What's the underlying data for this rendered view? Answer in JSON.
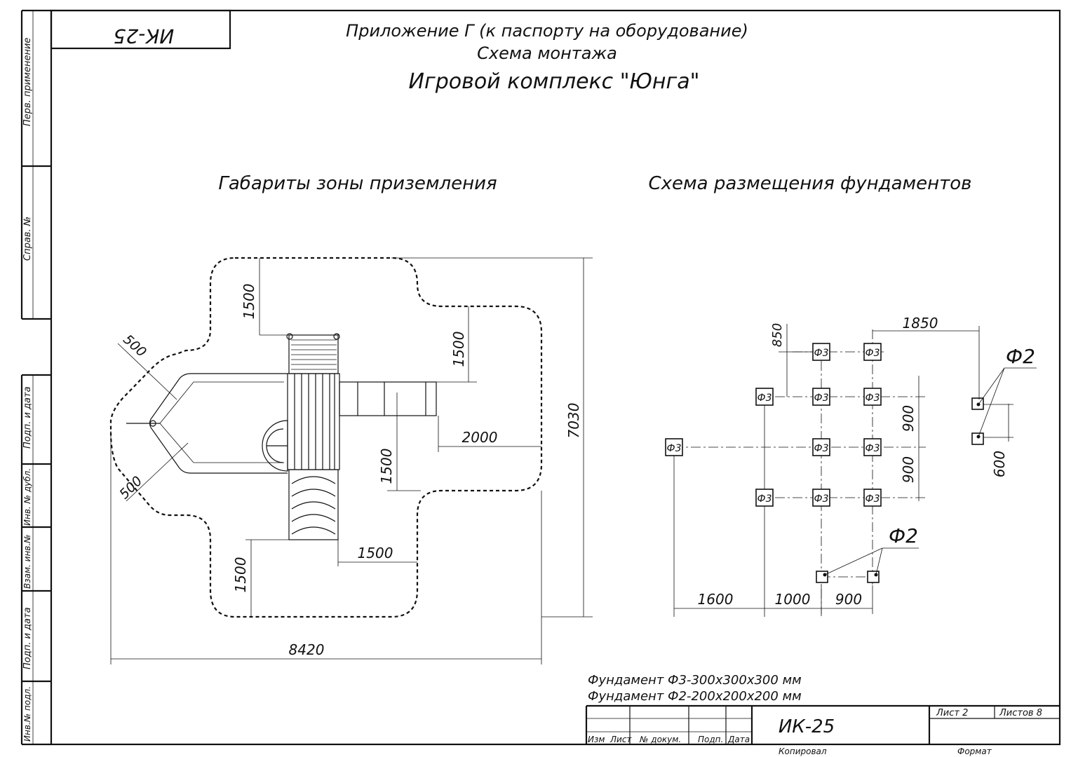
{
  "sheet": {
    "stamp_code_rotated": "ИК-25",
    "header": {
      "line1": "Приложение Г (к паспорту на оборудование)",
      "line2": "Схема монтажа",
      "line3": "Игровой комплекс \"Юнга\""
    },
    "side_labels": [
      "Перв. применение",
      "Справ. №",
      "Подп. и дата",
      "Инв. № дубл.",
      "Взам. инв.№",
      "Подп. и дата",
      "Инв.№ подл."
    ]
  },
  "landing_zone": {
    "title": "Габариты зоны приземления",
    "dims": {
      "top": "1500",
      "right_top": "1500",
      "right_mid": "2000",
      "center": "1500",
      "bottom_h": "1500",
      "bottom_v": "1500",
      "angled_top": "500",
      "angled_bottom": "500",
      "height_total": "7030",
      "width_total": "8420"
    }
  },
  "foundations": {
    "title": "Схема размещения фундаментов",
    "f3_label": "Ф3",
    "f2_label": "Ф2",
    "dims": {
      "top": "1850",
      "offset_top": "850",
      "v1": "900",
      "v2": "900",
      "right": "600",
      "b1": "1600",
      "b2": "1000",
      "b3": "900"
    },
    "notes": [
      "Фундамент Ф3-300х300х300 мм",
      "Фундамент Ф2-200х200х200 мм"
    ]
  },
  "title_block": {
    "doc_code": "ИК-25",
    "col_labels": [
      "Изм",
      "Лист",
      "№ докум.",
      "Подп.",
      "Дата"
    ],
    "sheet": "Лист 2",
    "sheets": "Листов 8",
    "copied": "Копировал",
    "format": "Формат"
  }
}
